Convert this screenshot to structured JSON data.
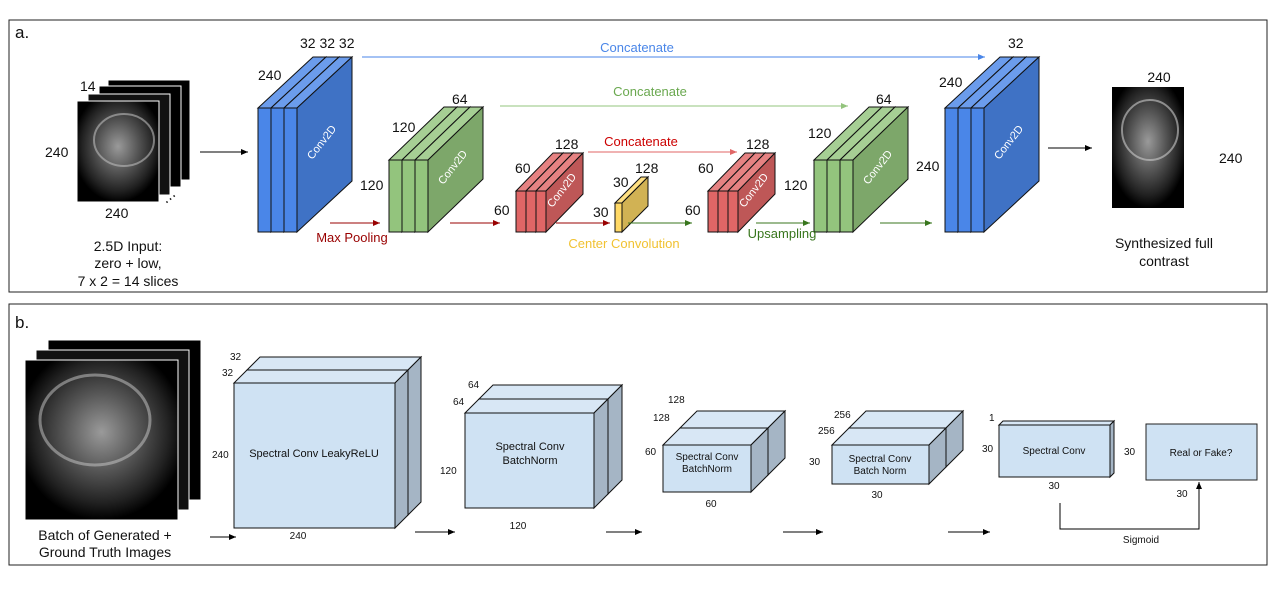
{
  "panel_a": {
    "tag": "a.",
    "input": {
      "depth": "14",
      "height": "240",
      "width": "240",
      "dots": "⋯",
      "caption": [
        "2.5D Input:",
        "zero + low,",
        "7 x 2 = 14 slices"
      ]
    },
    "blue1": {
      "channels": "32 32 32",
      "size": "240",
      "label": "Conv2D"
    },
    "green1": {
      "channels": "64",
      "size_top": "120",
      "size_side": "120",
      "label": "Conv2D"
    },
    "red1": {
      "channels": "128",
      "size_top": "60",
      "size_side": "60",
      "label": "Conv2D"
    },
    "yellow": {
      "channels": "128",
      "size_top": "30",
      "size_side": "30"
    },
    "red2": {
      "channels": "128",
      "size_top": "60",
      "size_side": "60",
      "label": "Conv2D"
    },
    "green2": {
      "channels": "64",
      "size_top": "120",
      "size_side": "120",
      "label": "Conv2D"
    },
    "blue2": {
      "channels": "32",
      "size_top": "240",
      "size_side": "240",
      "label": "Conv2D"
    },
    "skip_blue": "Concatenate",
    "skip_green": "Concatenate",
    "skip_red": "Concatenate",
    "max_pooling": "Max Pooling",
    "center_conv": "Center Convolution",
    "upsampling": "Upsampling",
    "output": {
      "width": "240",
      "height": "240",
      "caption": [
        "Synthesized full",
        "contrast"
      ]
    },
    "colors": {
      "blue": "#4a86e8",
      "green": "#93c47d",
      "red": "#e06666",
      "yellow": "#ffd966",
      "pool": "#990000",
      "up": "#38761d"
    }
  },
  "panel_b": {
    "tag": "b.",
    "input_caption": [
      "Batch of Generated +",
      "Ground Truth Images"
    ],
    "box1": {
      "c1": "32",
      "c2": "32",
      "h": "240",
      "w": "240",
      "label": "Spectral Conv LeakyReLU"
    },
    "box2": {
      "c1": "64",
      "c2": "64",
      "h": "120",
      "w": "120",
      "label": [
        "Spectral Conv",
        "BatchNorm"
      ]
    },
    "box3": {
      "c1": "128",
      "c2": "128",
      "h": "60",
      "w": "60",
      "label": [
        "Spectral Conv",
        "BatchNorm"
      ]
    },
    "box4": {
      "c1": "256",
      "c2": "256",
      "h": "30",
      "w": "30",
      "label": [
        "Spectral Conv",
        "Batch Norm"
      ]
    },
    "box5": {
      "c1": "1",
      "h": "30",
      "w": "30",
      "label": "Spectral Conv"
    },
    "box6": {
      "h": "30",
      "w": "30",
      "label": "Real or Fake?"
    },
    "sigmoid": "Sigmoid",
    "colors": {
      "box": "#cfe2f3",
      "side": "#a5b5c5"
    }
  }
}
